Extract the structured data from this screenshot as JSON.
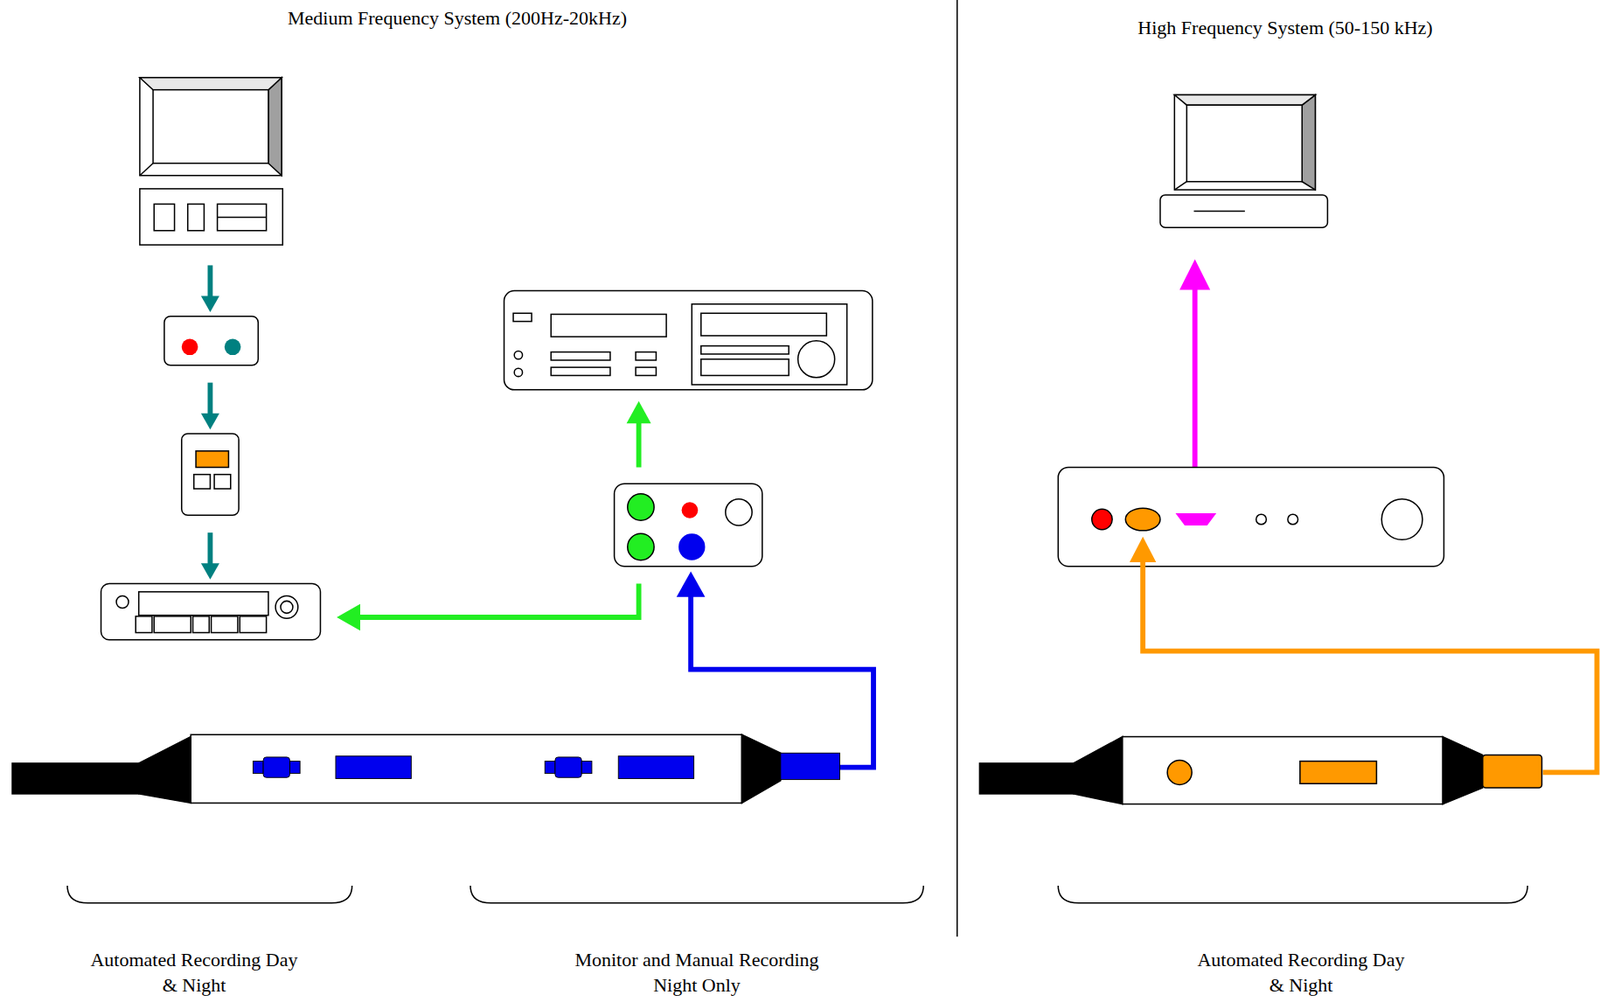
{
  "diagram": {
    "labels": [
      "Medium Frequency System (200Hz-20kHz)",
      "High Frequency System (50-150 kHz)",
      "Automated Recording Day & Night",
      "Monitor and Manual Recording Night Only",
      "Automated Recording Day & Night"
    ]
  }
}
